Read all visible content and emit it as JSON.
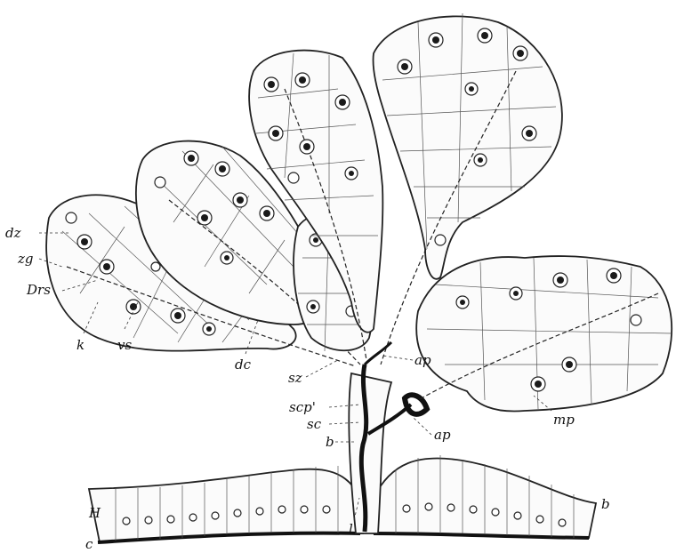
{
  "labels": {
    "dz": "dz",
    "zg": "zg",
    "Drs": "Drs",
    "k": "k",
    "vs": "vs",
    "dc": "dc",
    "sz": "sz",
    "ap_upper": "ap",
    "scp": "scp'",
    "sc": "sc",
    "b_left": "b",
    "ap_lower": "ap",
    "mp": "mp",
    "H": "H",
    "c": "c",
    "l": "l",
    "b_right": "b"
  },
  "colors": {
    "ink": "#111111",
    "paper": "#ffffff",
    "lobe_fill": "#fbfbfb"
  }
}
